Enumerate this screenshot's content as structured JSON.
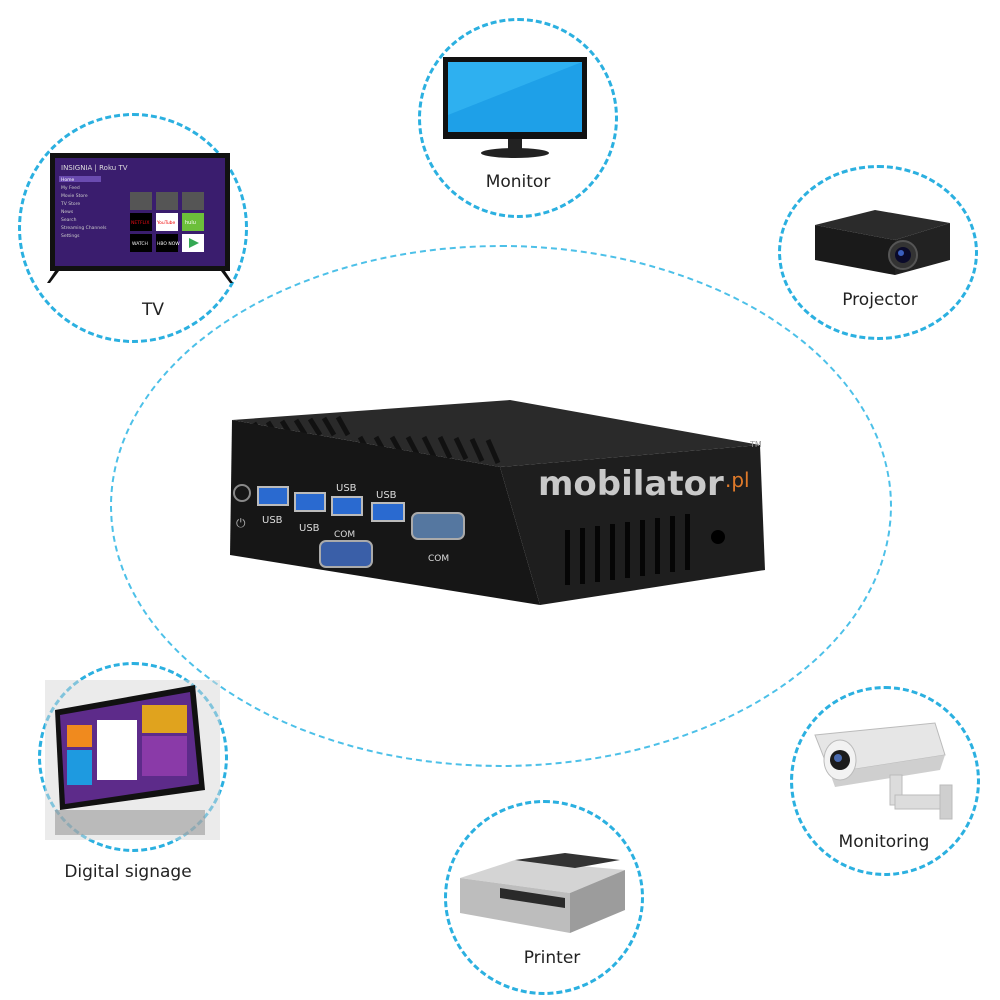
{
  "hub": {
    "brand": "mobilator",
    "brand_suffix": ".pl",
    "trademark": "TM",
    "port_labels": {
      "usb1": "USB",
      "usb2": "USB",
      "usb3": "USB",
      "usb4": "USB",
      "com1": "COM",
      "com2": "COM"
    }
  },
  "devices": {
    "tv": {
      "label": "TV",
      "icon": "tv-icon"
    },
    "monitor": {
      "label": "Monitor",
      "icon": "monitor-icon"
    },
    "projector": {
      "label": "Projector",
      "icon": "projector-icon"
    },
    "digital_signage": {
      "label": "Digital signage",
      "icon": "digital-signage-icon"
    },
    "printer": {
      "label": "Printer",
      "icon": "printer-icon"
    },
    "monitoring": {
      "label": "Monitoring",
      "icon": "camera-icon"
    }
  },
  "tv_screen": {
    "brand": "INSIGNIA | Roku TV",
    "menu": [
      "Home",
      "My Feed",
      "Movie Store",
      "TV Store",
      "News",
      "Search",
      "Streaming Channels",
      "Settings"
    ],
    "tiles": [
      "NETFLIX",
      "YouTube",
      "hulu",
      "WATCH",
      "HBO NOW",
      ""
    ]
  },
  "colors": {
    "accent": "#2bb0e0"
  }
}
